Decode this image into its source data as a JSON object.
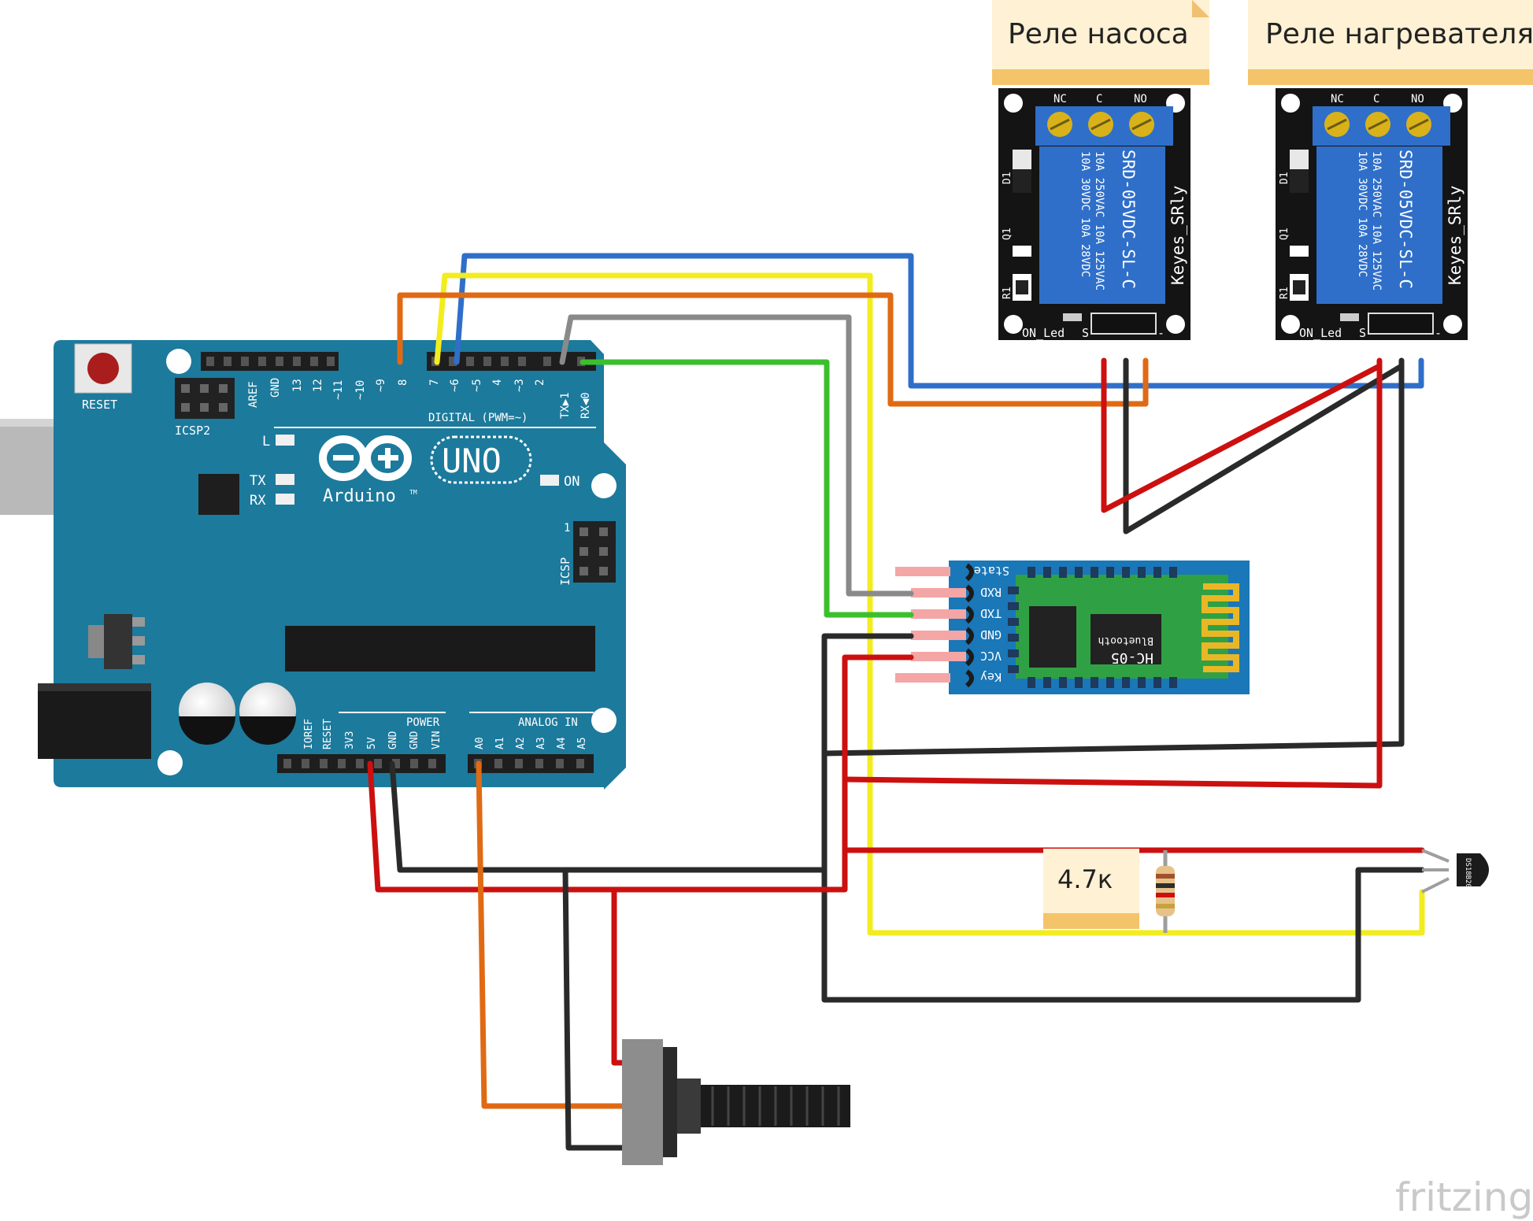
{
  "notes": {
    "pump_relay": "Реле насоса",
    "heater_relay": "Реле нагревателя",
    "resistor": "4.7к"
  },
  "arduino": {
    "reset": "RESET",
    "icsp2": "ICSP2",
    "icsp": "ICSP",
    "icsp_pin1": "1",
    "digital_header": "DIGITAL (PWM=~)",
    "digital_pins": [
      "AREF",
      "GND",
      "13",
      "12",
      "~11",
      "~10",
      "~9",
      "8",
      "7",
      "~6",
      "~5",
      "4",
      "~3",
      "2",
      "TX▶1",
      "RX◀0"
    ],
    "led_l": "L",
    "led_tx": "TX",
    "led_rx": "RX",
    "led_on": "ON",
    "logo_uno": "UNO",
    "logo_brand": "Arduino",
    "logo_tm": "TM",
    "power_header": "POWER",
    "power_pins": [
      "IOREF",
      "RESET",
      "3V3",
      "5V",
      "GND",
      "GND",
      "VIN"
    ],
    "analog_header": "ANALOG IN",
    "analog_pins": [
      "A0",
      "A1",
      "A2",
      "A3",
      "A4",
      "A5"
    ]
  },
  "relay": {
    "terminals": [
      "NC",
      "C",
      "NO"
    ],
    "model": "SRD-05VDC-SL-C",
    "rating_a": "10A 250VAC  10A 125VAC",
    "rating_b": "10A  30VDC  10A  28VDC",
    "brand": "Keyes_SRly",
    "d1": "D1",
    "q1": "Q1",
    "r1": "R1",
    "on_led": "ON_Led",
    "s": "S",
    "minus": "-"
  },
  "bluetooth": {
    "pins": [
      "State",
      "RXD",
      "TXD",
      "GND",
      "VCC",
      "Key"
    ],
    "model": "HC-05",
    "label": "Bluetooth"
  },
  "sensor": {
    "label": "DS18B20"
  },
  "watermark": "fritzing",
  "colors": {
    "board": "#1c7a9c",
    "red_wire": "#cc1010",
    "black_wire": "#2a2a2a",
    "yellow_wire": "#f3ec1f",
    "blue_wire": "#2f6fc9",
    "orange_wire": "#e06a14",
    "green_wire": "#3cbf2e",
    "gray_wire": "#8a8a8a",
    "note": "#fff1d4"
  }
}
